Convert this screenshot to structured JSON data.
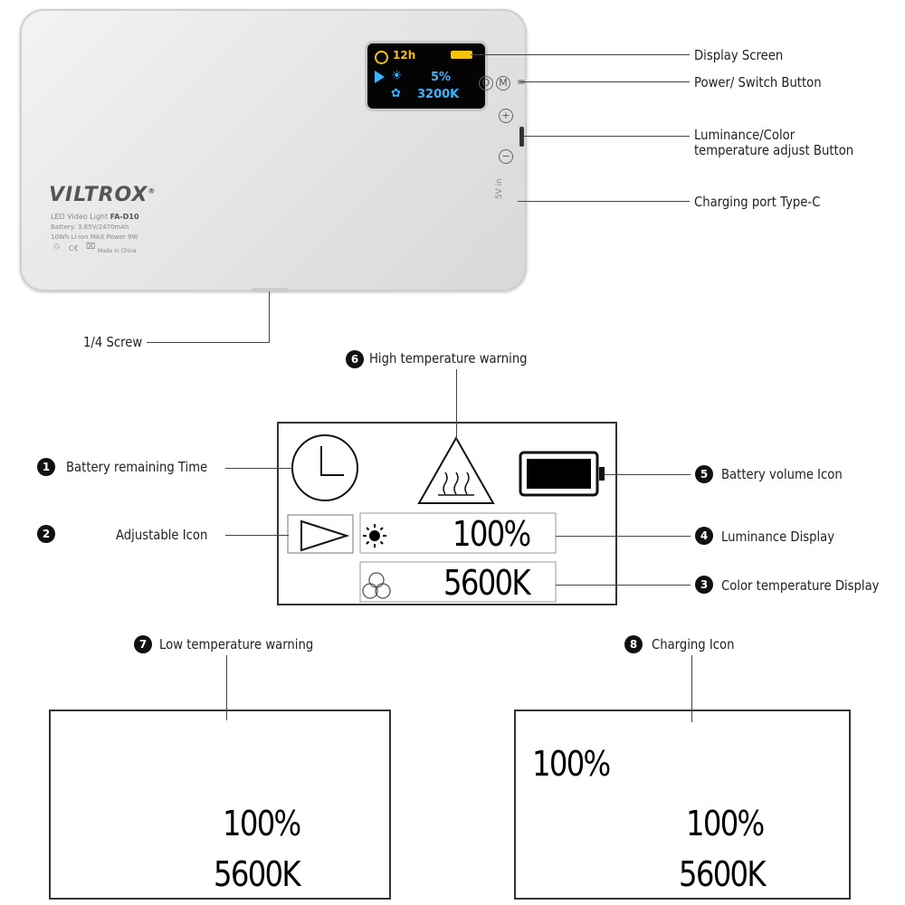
{
  "device": {
    "brand": "VILTROX",
    "registered": "®",
    "model_line_prefix": "LED Video Light",
    "model": "FA-D10",
    "battery_line": "Battery: 3.85V/2470mAh",
    "power_line": "10Wh Li-ion MAX Power 9W",
    "made_in": "Made in China",
    "port_label": "5V in",
    "oled": {
      "time": "12h",
      "percent": "5%",
      "kelvin": "3200K"
    },
    "buttons": {
      "power": "O",
      "mode": "M",
      "plus": "+",
      "minus": "−"
    }
  },
  "callouts": {
    "display_screen": "Display Screen",
    "power_switch": "Power/ Switch Button",
    "adjust_line1": "Luminance/Color",
    "adjust_line2": "temperature adjust Button",
    "charging_port": "Charging port Type-C",
    "screw": "1/4 Screw"
  },
  "legend": [
    {
      "num": "1",
      "label": "Battery remaining Time"
    },
    {
      "num": "2",
      "label": "Adjustable Icon"
    },
    {
      "num": "3",
      "label": "Color temperature Display"
    },
    {
      "num": "4",
      "label": "Luminance Display"
    },
    {
      "num": "5",
      "label": "Battery volume Icon"
    },
    {
      "num": "6",
      "label": "High temperature warning"
    },
    {
      "num": "7",
      "label": "Low temperature warning"
    },
    {
      "num": "8",
      "label": "Charging Icon"
    }
  ],
  "panels": {
    "main": {
      "luminance": "100%",
      "kelvin": "5600K"
    },
    "low_temp": {
      "luminance": "100%",
      "kelvin": "5600K"
    },
    "charging": {
      "battery_percent": "100%",
      "luminance": "100%",
      "kelvin": "5600K"
    }
  },
  "colors": {
    "oled_yellow": "#f2c20c",
    "oled_blue": "#39b4ff",
    "line": "#444444"
  }
}
